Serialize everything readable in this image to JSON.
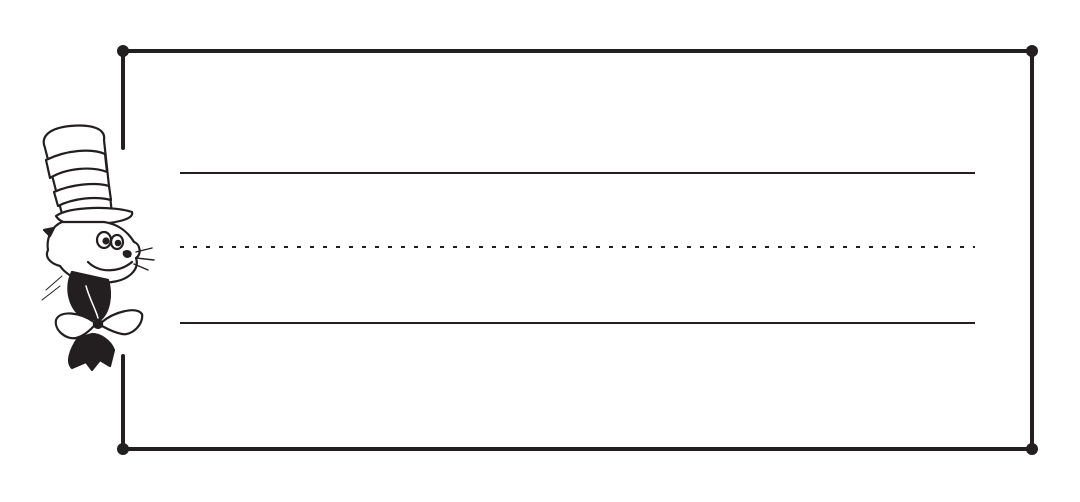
{
  "worksheet": {
    "kind": "handwriting-practice-strip",
    "writing_lines": [
      "top-solid-line",
      "middle-dashed-line",
      "bottom-solid-line"
    ],
    "illustration": "cat-in-hat-cartoon",
    "icons": [
      "corner-dot-icon",
      "cat-in-hat-icon"
    ],
    "colors": {
      "ink": "#231f20",
      "background": "#ffffff"
    }
  }
}
